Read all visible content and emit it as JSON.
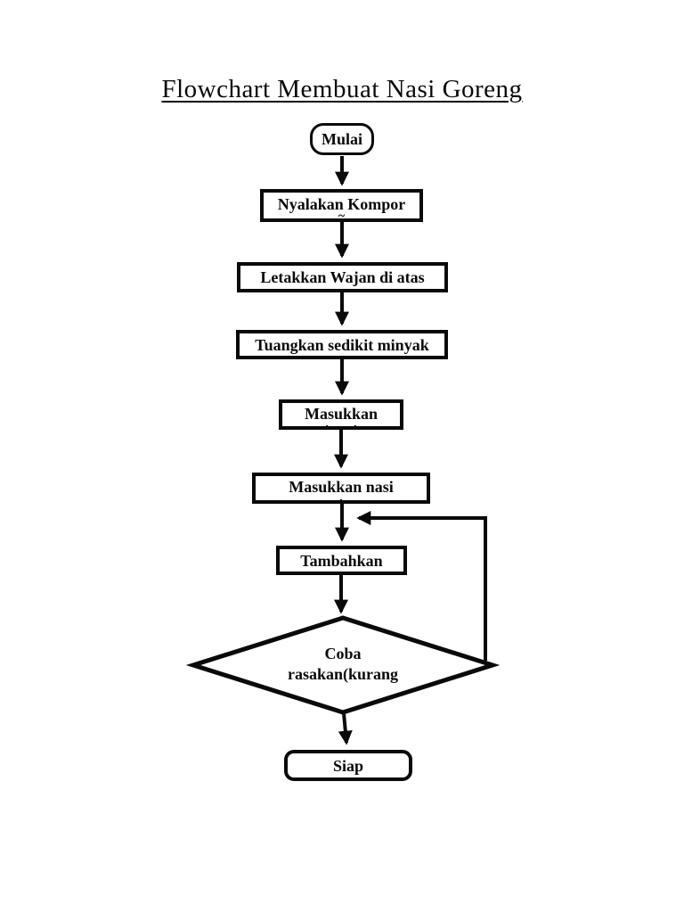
{
  "page": {
    "background": "#ffffff",
    "ink_color": "#0a0a0a"
  },
  "title": {
    "text": "Flowchart Membuat Nasi Goreng"
  },
  "flowchart": {
    "nodes": [
      {
        "id": "start",
        "type": "terminator",
        "label": "Mulai"
      },
      {
        "id": "nyalakan-kompor",
        "type": "process",
        "label": "Nyalakan Kompor",
        "clipped_fragment": "~"
      },
      {
        "id": "letakkan-wajan",
        "type": "process",
        "label": "Letakkan Wajan di atas",
        "clipped_fragment": ""
      },
      {
        "id": "tuangkan-minyak",
        "type": "process",
        "label": "Tuangkan sedikit minyak",
        "clipped_fragment": ""
      },
      {
        "id": "masukkan",
        "type": "process",
        "label": "Masukkan",
        "clipped_fragment": ".  ."
      },
      {
        "id": "masukkan-nasi",
        "type": "process",
        "label": "Masukkan nasi",
        "clipped_fragment": "."
      },
      {
        "id": "tambahkan",
        "type": "process",
        "label": "Tambahkan",
        "clipped_fragment": ""
      },
      {
        "id": "coba-rasakan",
        "type": "decision",
        "label": "Coba\nrasakan(kurang"
      },
      {
        "id": "end",
        "type": "terminator",
        "label": "Siap"
      }
    ],
    "edges": [
      {
        "from": "start",
        "to": "nyalakan-kompor"
      },
      {
        "from": "nyalakan-kompor",
        "to": "letakkan-wajan"
      },
      {
        "from": "letakkan-wajan",
        "to": "tuangkan-minyak"
      },
      {
        "from": "tuangkan-minyak",
        "to": "masukkan"
      },
      {
        "from": "masukkan",
        "to": "masukkan-nasi"
      },
      {
        "from": "masukkan-nasi",
        "to": "tambahkan"
      },
      {
        "from": "tambahkan",
        "to": "coba-rasakan"
      },
      {
        "from": "coba-rasakan",
        "to": "end"
      },
      {
        "from": "coba-rasakan",
        "to": "tambahkan",
        "kind": "loop-back"
      }
    ]
  }
}
